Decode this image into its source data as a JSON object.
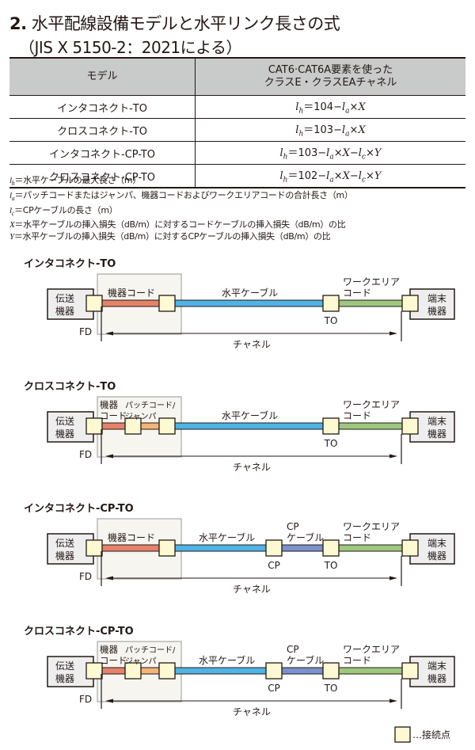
{
  "title": {
    "number": "2.",
    "main": "水平配線設備モデルと水平リンク長さの式",
    "sub": "（JIS X 5150-2：2021による）"
  },
  "table": {
    "headers": [
      "モデル",
      "CAT6·CAT6A要素を使った",
      "クラスE・クラスEAチャネル"
    ],
    "rows": [
      {
        "model": "インタコネクト-TO",
        "formula": "lh＝104−la×X"
      },
      {
        "model": "クロスコネクト-TO",
        "formula": "lh＝103−la×X"
      },
      {
        "model": "インタコネクト-CP-TO",
        "formula": "lh＝103−la×X−lc×Y"
      },
      {
        "model": "クロスコネクト-CP-TO",
        "formula": "lh＝102−la×X−lc×Y"
      }
    ]
  },
  "notes": [
    {
      "var": "lh",
      "text": "＝水平ケーブルの最大長さ（m）"
    },
    {
      "var": "la",
      "text": "＝パッチコードまたはジャンパ、機器コードおよびワークエリアコードの合計長さ（m）"
    },
    {
      "var": "lc",
      "text": "＝CPケーブルの長さ（m）"
    },
    {
      "var": "X",
      "text": "＝水平ケーブルの挿入損失（dB/m）に対するコードケーブルの挿入損失（dB/m）の比"
    },
    {
      "var": "Y",
      "text": "＝水平ケーブルの挿入損失（dB/m）に対するCPケーブルの挿入損失（dB/m）の比"
    }
  ],
  "labels": {
    "transmit_equipment": [
      "伝送",
      "機器"
    ],
    "terminal_equipment": [
      "端末",
      "機器"
    ],
    "equipment_cord": "機器コード",
    "equipment_cord_split": [
      "機器",
      "コード"
    ],
    "patch_cord": [
      "パッチコード/",
      "ジャンパ"
    ],
    "horizontal_cable": "水平ケーブル",
    "cp_cable": [
      "CP",
      "ケーブル"
    ],
    "work_area_cord": [
      "ワークエリア",
      "コード"
    ],
    "fd": "FD",
    "to": "TO",
    "cp": "CP",
    "channel": "チャネル",
    "legend": "…接続点"
  },
  "diagrams": [
    {
      "title": "インタコネクト-TO",
      "cross": false,
      "cp": false
    },
    {
      "title": "クロスコネクト-TO",
      "cross": true,
      "cp": false
    },
    {
      "title": "インタコネクト-CP-TO",
      "cross": false,
      "cp": true
    },
    {
      "title": "クロスコネクト-CP-TO",
      "cross": true,
      "cp": true
    }
  ],
  "colors": {
    "equipment_cord": "#e5836a",
    "patch_cord": "#f2b577",
    "horizontal_cable": "#4fb3e6",
    "cp_cable": "#7a91cc",
    "work_area_cord": "#9dc77f",
    "connector": "#fdf9d2",
    "equipment_box": "#eeeeef",
    "rack_box": "#f6f5f0",
    "header_bg": "#c9caca"
  }
}
